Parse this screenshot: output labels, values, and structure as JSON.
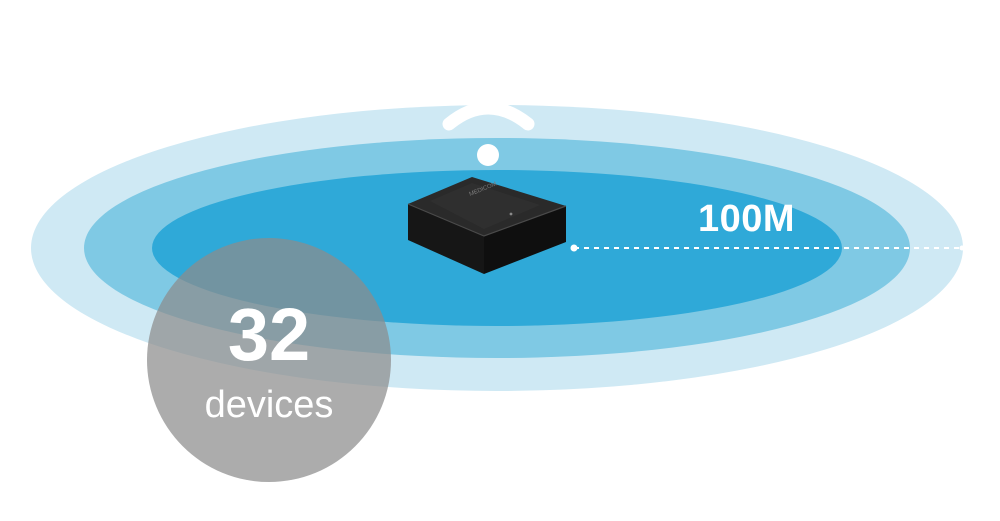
{
  "coverage": {
    "range_label": "100M",
    "zones": [
      {
        "name": "outer",
        "color": "#cfe9f4"
      },
      {
        "name": "middle",
        "color": "#7fc9e4"
      },
      {
        "name": "inner",
        "color": "#2fa9d8"
      }
    ],
    "signal_color": "#ffffff"
  },
  "device": {
    "body_color": "#1e1e1e",
    "brand_text": "MEDICOM"
  },
  "capacity_badge": {
    "number": "32",
    "unit": "devices",
    "color": "#8c8c8c"
  }
}
